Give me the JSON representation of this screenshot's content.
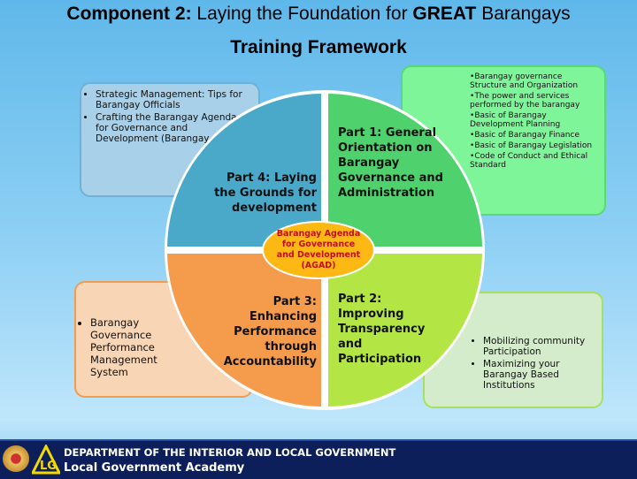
{
  "title": {
    "prefix": "Component 2:",
    "middle": " Laying the Foundation for ",
    "great": "GREAT",
    "suffix": " Barangays",
    "subtitle": "Training Framework"
  },
  "boxes": {
    "part4_topics": [
      "Strategic Management: Tips for Barangay Officials",
      "Crafting the Barangay Agenda for Governance and Development (Barangay AGAD)"
    ],
    "part1_topics": [
      "Barangay governance Structure and Organization",
      "The power and services performed by the barangay",
      "Basic of Barangay Development Planning",
      "Basic of Barangay Finance",
      "Basic of Barangay Legislation",
      "Code of Conduct and Ethical Standard"
    ],
    "part3_topics": [
      "Barangay Governance Performance Management System"
    ],
    "part2_topics": [
      "Mobilizing community Participation",
      "Maximizing your Barangay Based Institutions"
    ]
  },
  "quadrants": {
    "part1": "Part 1: General Orientation on Barangay Governance and Administration",
    "part2": "Part 2: Improving Transparency and Participation",
    "part3": "Part 3: Enhancing Performance through Accountability",
    "part4": "Part 4: Laying the Grounds for development",
    "center": "Barangay Agenda for Governance and Development (AGAD)"
  },
  "colors": {
    "part1": "#4fd26d",
    "part2": "#b3e545",
    "part3": "#f59b4c",
    "part4": "#4aa9c9",
    "center": "#fdb813"
  },
  "footer": {
    "department": "DEPARTMENT OF THE INTERIOR AND LOCAL GOVERNMENT",
    "academy": "Local Government Academy"
  }
}
